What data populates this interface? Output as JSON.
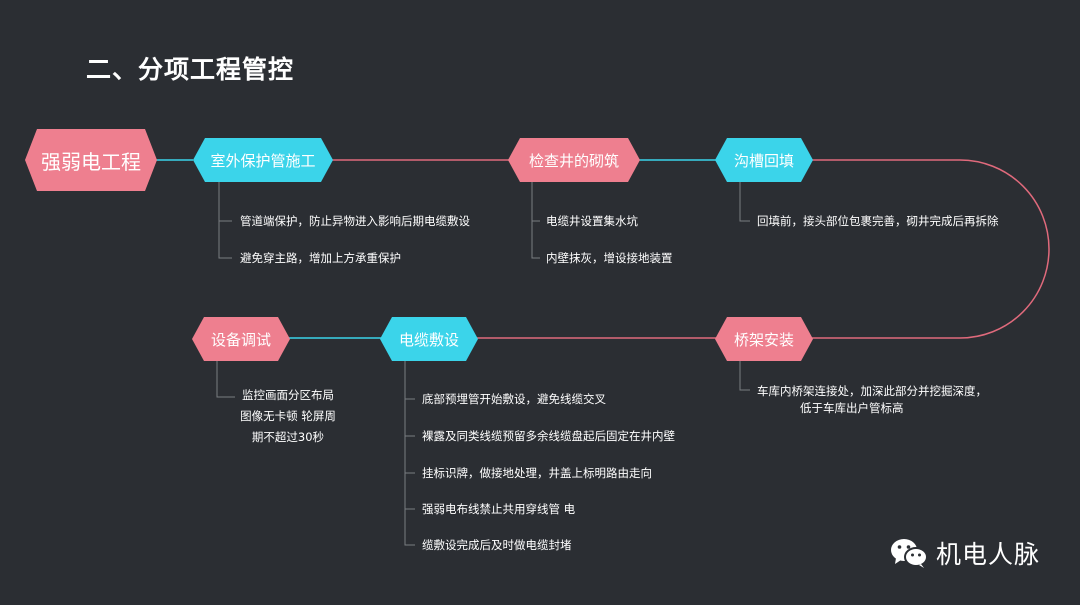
{
  "title": "二、分项工程管控",
  "root": {
    "label": "强弱电工程"
  },
  "stages": [
    {
      "label": "室外保护管施工",
      "notes": [
        "管道端保护，防止异物进入影响后期电缆敷设",
        "避免穿主路，增加上方承重保护"
      ]
    },
    {
      "label": "检查井的砌筑",
      "notes": [
        "电缆井设置集水坑",
        "内壁抹灰，增设接地装置"
      ]
    },
    {
      "label": "沟槽回填",
      "notes": [
        "回填前，接头部位包裹完善，砌井完成后再拆除"
      ]
    },
    {
      "label": "桥架安装",
      "notes": [
        "车库内桥架连接处，加深此部分并挖掘深度，",
        "低于车库出户管标高"
      ]
    },
    {
      "label": "电缆敷设",
      "notes": [
        "底部预埋管开始敷设，避免线缆交叉",
        "裸露及同类线缆预留多余线缆盘起后固定在井内壁",
        "挂标识牌，做接地处理，井盖上标明路由走向",
        "强弱电布线禁止共用穿线管  电",
        "缆敷设完成后及时做电缆封堵"
      ]
    },
    {
      "label": "设备调试",
      "notes": [
        "监控画面分区布局",
        "图像无卡顿  轮屏周",
        "期不超过30秒"
      ]
    }
  ],
  "brand": {
    "text": "机电人脉",
    "icon": "wechat-icon"
  },
  "colors": {
    "background": "#2b2e33",
    "pink": "#ee7f8f",
    "cyan": "#3bd4ea",
    "line_pink": "#e06a7c",
    "line_cyan": "#3bd4ea",
    "bracket": "#7a7d82"
  }
}
